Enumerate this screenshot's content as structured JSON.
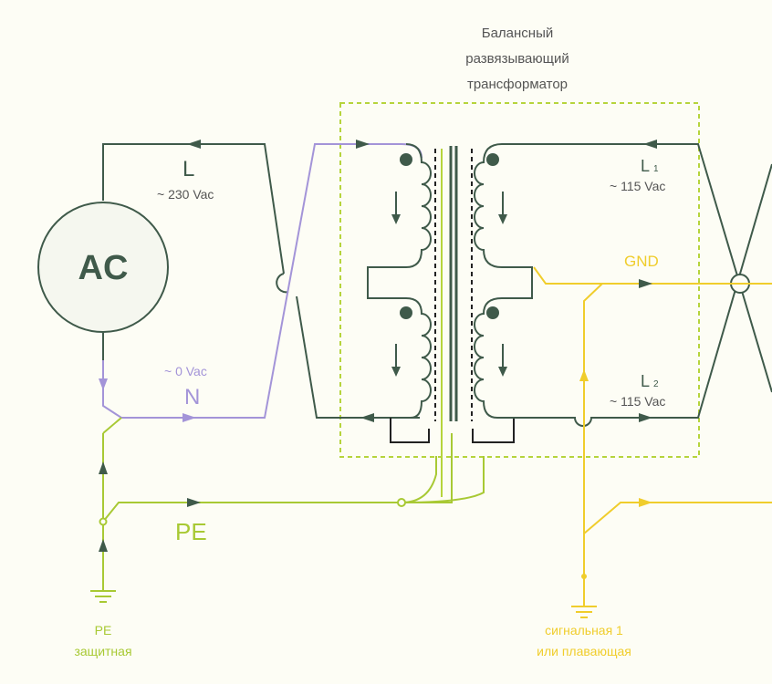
{
  "title": {
    "line1": "Балансный",
    "line2": "развязывающий",
    "line3": "трансформатор"
  },
  "source": {
    "label": "AC"
  },
  "labels": {
    "L": "L",
    "L_voltage": "~ 230 Vac",
    "N_voltage": "~ 0 Vac",
    "N": "N",
    "PE": "PE",
    "L1": "L",
    "L1_sub": "1",
    "L1_voltage": "~ 115 Vac",
    "L2": "L",
    "L2_sub": "2",
    "L2_voltage": "~ 115 Vac",
    "GND": "GND"
  },
  "grounds": {
    "pe_line1": "PE",
    "pe_line2": "защитная",
    "signal_line1": "сигнальная 1",
    "signal_line2": "или плавающая"
  },
  "colors": {
    "dark_wire": "#3f5a4a",
    "neutral_wire": "#a394d8",
    "pe_wire": "#a8c934",
    "signal_wire": "#f0cd2c",
    "core": "#3f5a4a",
    "frame": "#b6d43c",
    "text": "#555555"
  }
}
